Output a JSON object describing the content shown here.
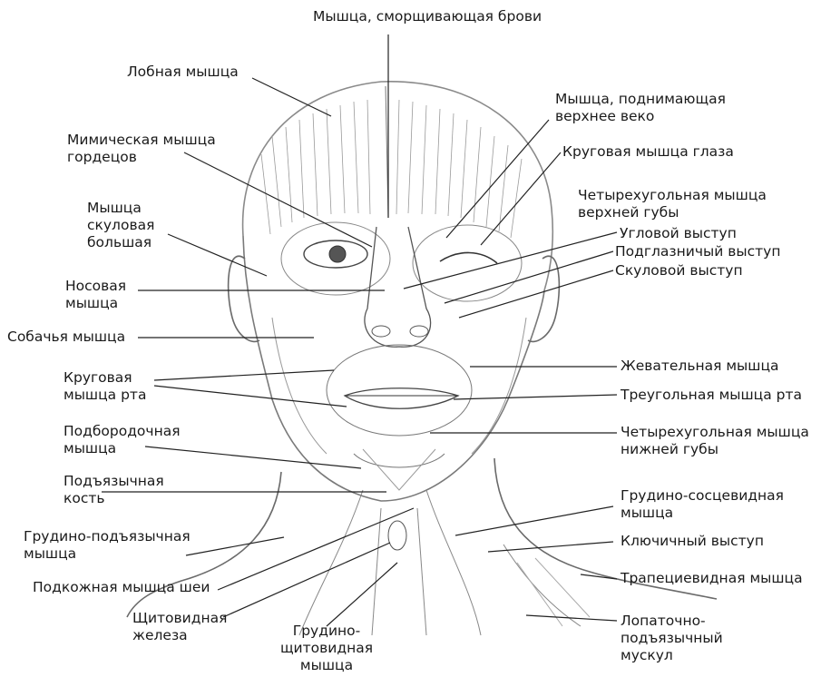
{
  "labels": {
    "corrugator": "Мышца, сморщивающая брови",
    "frontalis": "Лобная мышца",
    "levator_palpebrae": "Мышца, поднимающая\nверхнее веко",
    "procerus": "Мимическая мышца\nгордецов",
    "orbicularis_oculi": "Круговая мышца глаза",
    "levator_labii": "Четырехугольная мышца\nверхней губы",
    "angular_head": "Угловой выступ",
    "infraorbital_head": "Подглазничый выступ",
    "zygomatic_head": "Скуловой выступ",
    "zygomaticus_major": "Мышца\nскуловая\nбольшая",
    "nasalis": "Носовая\nмышца",
    "levator_anguli": "Собачья мышца",
    "masseter": "Жевательная мышца",
    "orbicularis_oris": "Круговая\nмышца рта",
    "depressor_anguli": "Треугольная мышца рта",
    "mentalis": "Подбородочная\nмышца",
    "depressor_labii": "Четырехугольная мышца\nнижней губы",
    "hyoid": "Подъязычная\nкость",
    "sternocleidomastoid": "Грудино-сосцевидная\nмышца",
    "sternohyoid": "Грудино-подъязычная\nмышца",
    "clavicular_head": "Ключичный выступ",
    "platysma": "Подкожная мышца шеи",
    "trapezius": "Трапециевидная мышца",
    "thyroid": "Щитовидная\nжелеза",
    "sternothyroid": "Грудино-\nщитовидная\nмышца",
    "omohyoid": "Лопаточно-\nподъязычный\nмускул"
  }
}
